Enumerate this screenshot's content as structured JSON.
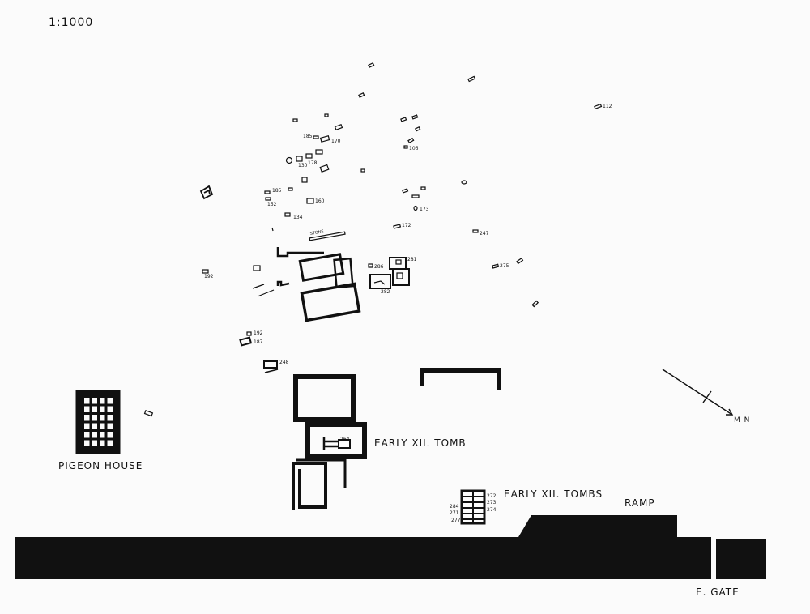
{
  "map": {
    "scale": "1:1000",
    "labels": {
      "pigeon_house": "PIGEON HOUSE",
      "early_tomb": "EARLY XII. TOMB",
      "early_tombs": "EARLY XII. TOMBS",
      "ramp": "RAMP",
      "east_gate": "E. GATE",
      "north_arrow": "M N"
    },
    "tomb_numbers": {
      "t112": "112",
      "t185a": "185",
      "t170": "170",
      "t106": "106",
      "t130": "130",
      "t178": "178",
      "t185b": "185",
      "t152": "152",
      "t160": "160",
      "t173": "173",
      "t134": "134",
      "t172": "172",
      "t247": "247",
      "t275": "275",
      "t286": "286",
      "t281": "281",
      "t282": "282",
      "t192a": "192",
      "t192b": "192",
      "t187": "187",
      "t248": "248",
      "t264": "264",
      "t272": "272",
      "t273": "273",
      "t274": "274",
      "t284": "284",
      "t271": "271",
      "t277": "277",
      "stone_label": "STONE"
    }
  }
}
